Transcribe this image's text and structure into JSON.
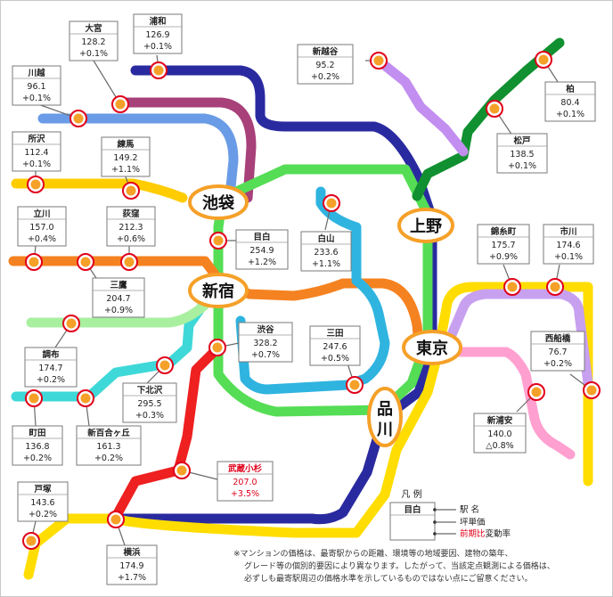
{
  "stations": [
    {
      "id": "omiya",
      "name": "大宮",
      "price": "128.2",
      "rate": "+0.1%"
    },
    {
      "id": "urawa",
      "name": "浦和",
      "price": "126.9",
      "rate": "+0.1%"
    },
    {
      "id": "kawagoe",
      "name": "川越",
      "price": "96.1",
      "rate": "+0.1%"
    },
    {
      "id": "tokorozawa",
      "name": "所沢",
      "price": "112.4",
      "rate": "+0.1%"
    },
    {
      "id": "nerima",
      "name": "練馬",
      "price": "149.2",
      "rate": "+1.1%"
    },
    {
      "id": "tachikawa",
      "name": "立川",
      "price": "157.0",
      "rate": "+0.4%"
    },
    {
      "id": "ogikubo",
      "name": "荻窪",
      "price": "212.3",
      "rate": "+0.6%"
    },
    {
      "id": "mejiro",
      "name": "目白",
      "price": "254.9",
      "rate": "+1.2%"
    },
    {
      "id": "hakusan",
      "name": "白山",
      "price": "233.6",
      "rate": "+1.1%"
    },
    {
      "id": "mitaka",
      "name": "三鷹",
      "price": "204.7",
      "rate": "+0.9%"
    },
    {
      "id": "shibuya",
      "name": "渋谷",
      "price": "328.2",
      "rate": "+0.7%"
    },
    {
      "id": "mita",
      "name": "三田",
      "price": "247.6",
      "rate": "+0.5%"
    },
    {
      "id": "chofu",
      "name": "調布",
      "price": "174.7",
      "rate": "+0.2%"
    },
    {
      "id": "shimokitazawa",
      "name": "下北沢",
      "price": "295.5",
      "rate": "+0.3%"
    },
    {
      "id": "machida",
      "name": "町田",
      "price": "136.8",
      "rate": "+0.2%"
    },
    {
      "id": "shinyurigaoka",
      "name": "新百合ヶ丘",
      "price": "161.3",
      "rate": "+0.2%"
    },
    {
      "id": "musashikosugi",
      "name": "武蔵小杉",
      "price": "207.0",
      "rate": "+3.5%"
    },
    {
      "id": "totsuka",
      "name": "戸塚",
      "price": "143.6",
      "rate": "+0.2%"
    },
    {
      "id": "yokohama",
      "name": "横浜",
      "price": "174.9",
      "rate": "+1.7%"
    },
    {
      "id": "shinkoshigaya",
      "name": "新越谷",
      "price": "95.2",
      "rate": "+0.2%"
    },
    {
      "id": "kashiwa",
      "name": "柏",
      "price": "80.4",
      "rate": "+0.1%"
    },
    {
      "id": "matsudo",
      "name": "松戸",
      "price": "138.5",
      "rate": "+0.1%"
    },
    {
      "id": "kinshicho",
      "name": "錦糸町",
      "price": "175.7",
      "rate": "+0.9%"
    },
    {
      "id": "ichikawa",
      "name": "市川",
      "price": "174.6",
      "rate": "+0.1%"
    },
    {
      "id": "nishifunabashi",
      "name": "西船橋",
      "price": "76.7",
      "rate": "+0.2%"
    },
    {
      "id": "shinurayasu",
      "name": "新浦安",
      "price": "140.0",
      "rate": "△0.8%"
    }
  ],
  "hubs": [
    {
      "id": "ikebukuro",
      "label": "池袋"
    },
    {
      "id": "shinjuku",
      "label": "新宿"
    },
    {
      "id": "ueno",
      "label": "上野"
    },
    {
      "id": "tokyo",
      "label": "東京"
    },
    {
      "id": "shinagawa",
      "label": "品川"
    }
  ],
  "legend": {
    "title": "凡 例",
    "sample_name": "目白",
    "items": [
      "駅 名",
      "坪単価",
      "前期比",
      "変動率"
    ]
  },
  "note": [
    "※マンションの価格は、最寄駅からの距離、環境等の地域要因、建物の築年、",
    "グレード等の個別的要因により異なります。したがって、当該定点観測による価格は、",
    "必ずしも最寄駅周辺の価格水準を示しているものではない点にご留意ください。"
  ],
  "colors": {
    "accent_red": "#e0001a",
    "hub_border": "#f5a028",
    "station_marker": "#f5a028"
  }
}
